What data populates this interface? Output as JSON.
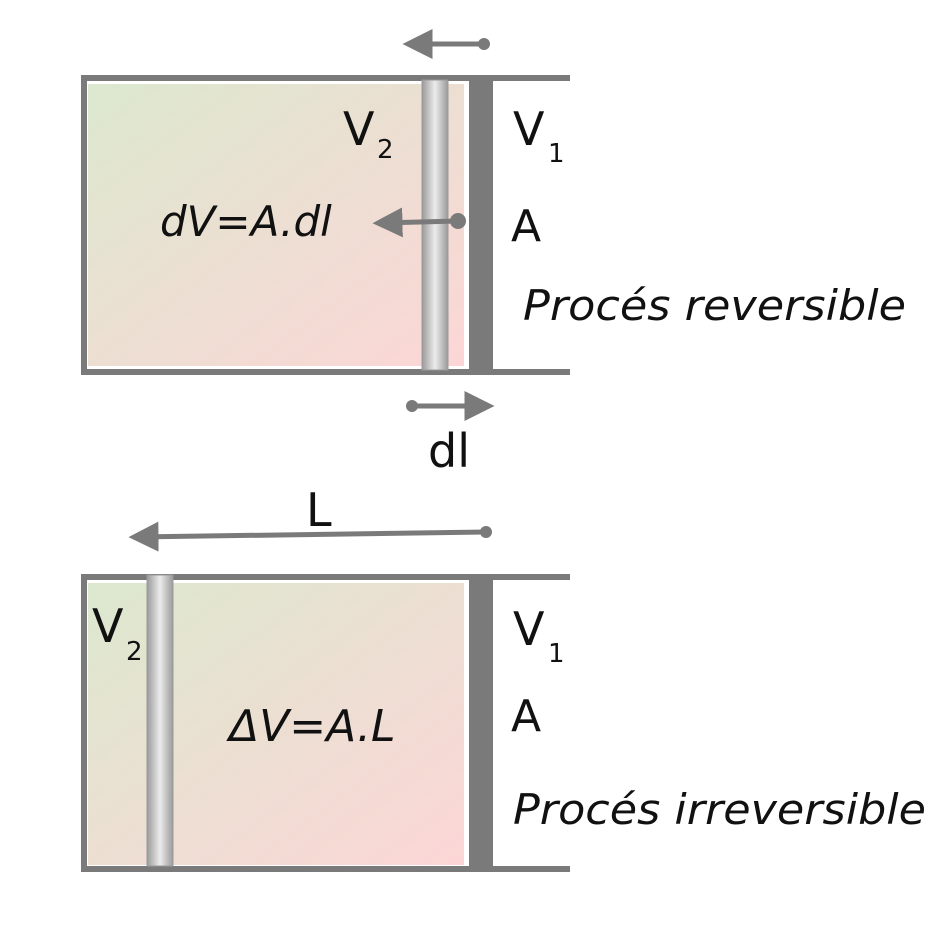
{
  "colors": {
    "wall": "#7a7a7a",
    "arrow": "#7a7a7a",
    "text": "#111111",
    "gas_top_left": "#dce8cf",
    "gas_bottom_right": "#fcd6d6"
  },
  "reversible": {
    "v2_main": "V",
    "v2_sub": "2",
    "v1_main": "V",
    "v1_sub": "1",
    "area": "A",
    "formula": "dV=A.dl",
    "dl_label": "dl",
    "process": "Procés reversible"
  },
  "irreversible": {
    "l_label": "L",
    "v2_main": "V",
    "v2_sub": "2",
    "v1_main": "V",
    "v1_sub": "1",
    "area": "A",
    "formula": "ΔV=A.L",
    "process": "Procés irreversible"
  }
}
